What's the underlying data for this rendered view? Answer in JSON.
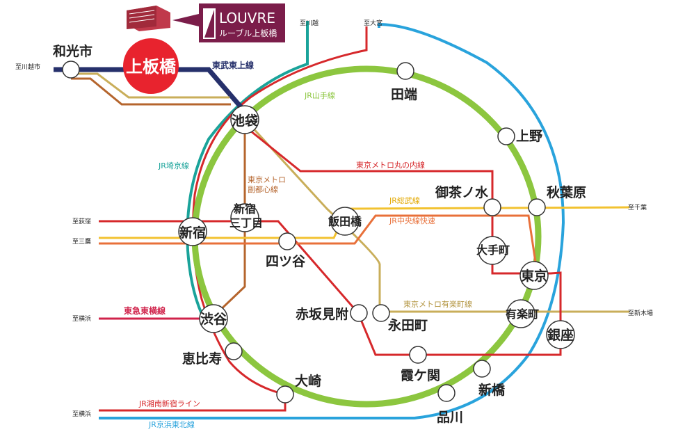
{
  "brand": {
    "logo_title": "LOUVRE",
    "logo_subtitle": "ルーブル上板橋",
    "colors": {
      "logo_bg": "#7b1d4a",
      "building": "#c0394b"
    }
  },
  "highlight_station": {
    "label": "上板橋",
    "color": "#e8232e"
  },
  "stations": {
    "wakoshi": "和光市",
    "ikebukuro": "池袋",
    "tabata": "田端",
    "ueno": "上野",
    "akihabara": "秋葉原",
    "ochanomizu": "御茶ノ水",
    "iidabashi": "飯田橋",
    "shinjuku_sanchome_1": "新宿",
    "shinjuku_sanchome_2": "三丁目",
    "shinjuku": "新宿",
    "yotsuya": "四ツ谷",
    "otemachi": "大手町",
    "tokyo": "東京",
    "yurakucho": "有楽町",
    "ginza": "銀座",
    "akasaka_mitsuke": "赤坂見附",
    "nagatacho": "永田町",
    "shibuya": "渋谷",
    "ebisu": "恵比寿",
    "kasumigaseki": "霞ケ関",
    "shimbashi": "新橋",
    "osaki": "大崎",
    "shinagawa": "品川"
  },
  "destinations": {
    "kawagoeshi": "至川越市",
    "kawagoe": "至川越",
    "omiya": "至大宮",
    "ogikubo": "至荻窪",
    "mitaka": "至三鷹",
    "chiba": "至千葉",
    "yokohama_1": "至横浜",
    "shinkiba": "至新木場",
    "yokohama_2": "至横浜"
  },
  "lines": {
    "tobu_tojo": {
      "label": "東武東上線",
      "color": "#26306b"
    },
    "yamanote": {
      "label": "JR山手線",
      "color": "#8cc63f"
    },
    "saikyo": {
      "label": "JR埼京線",
      "color": "#1aa39a"
    },
    "fukutoshin": {
      "label_1": "東京メトロ",
      "label_2": "副都心線",
      "color": "#b5652d"
    },
    "marunouchi": {
      "label": "東京メトロ丸の内線",
      "color": "#d6282b"
    },
    "sobu": {
      "label": "JR総武線",
      "color": "#f2c230"
    },
    "chuo_rapid": {
      "label": "JR中央線快速",
      "color": "#e8703a"
    },
    "yurakucho_line": {
      "label": "東京メトロ有楽町線",
      "color": "#c9ae5a"
    },
    "toyoko": {
      "label": "東急東横線",
      "color": "#d0234b"
    },
    "shonan_shinjuku": {
      "label": "JR湘南新宿ライン",
      "color": "#d6282b"
    },
    "keihin_tohoku": {
      "label": "JR京浜東北線",
      "color": "#29a3dc"
    }
  }
}
